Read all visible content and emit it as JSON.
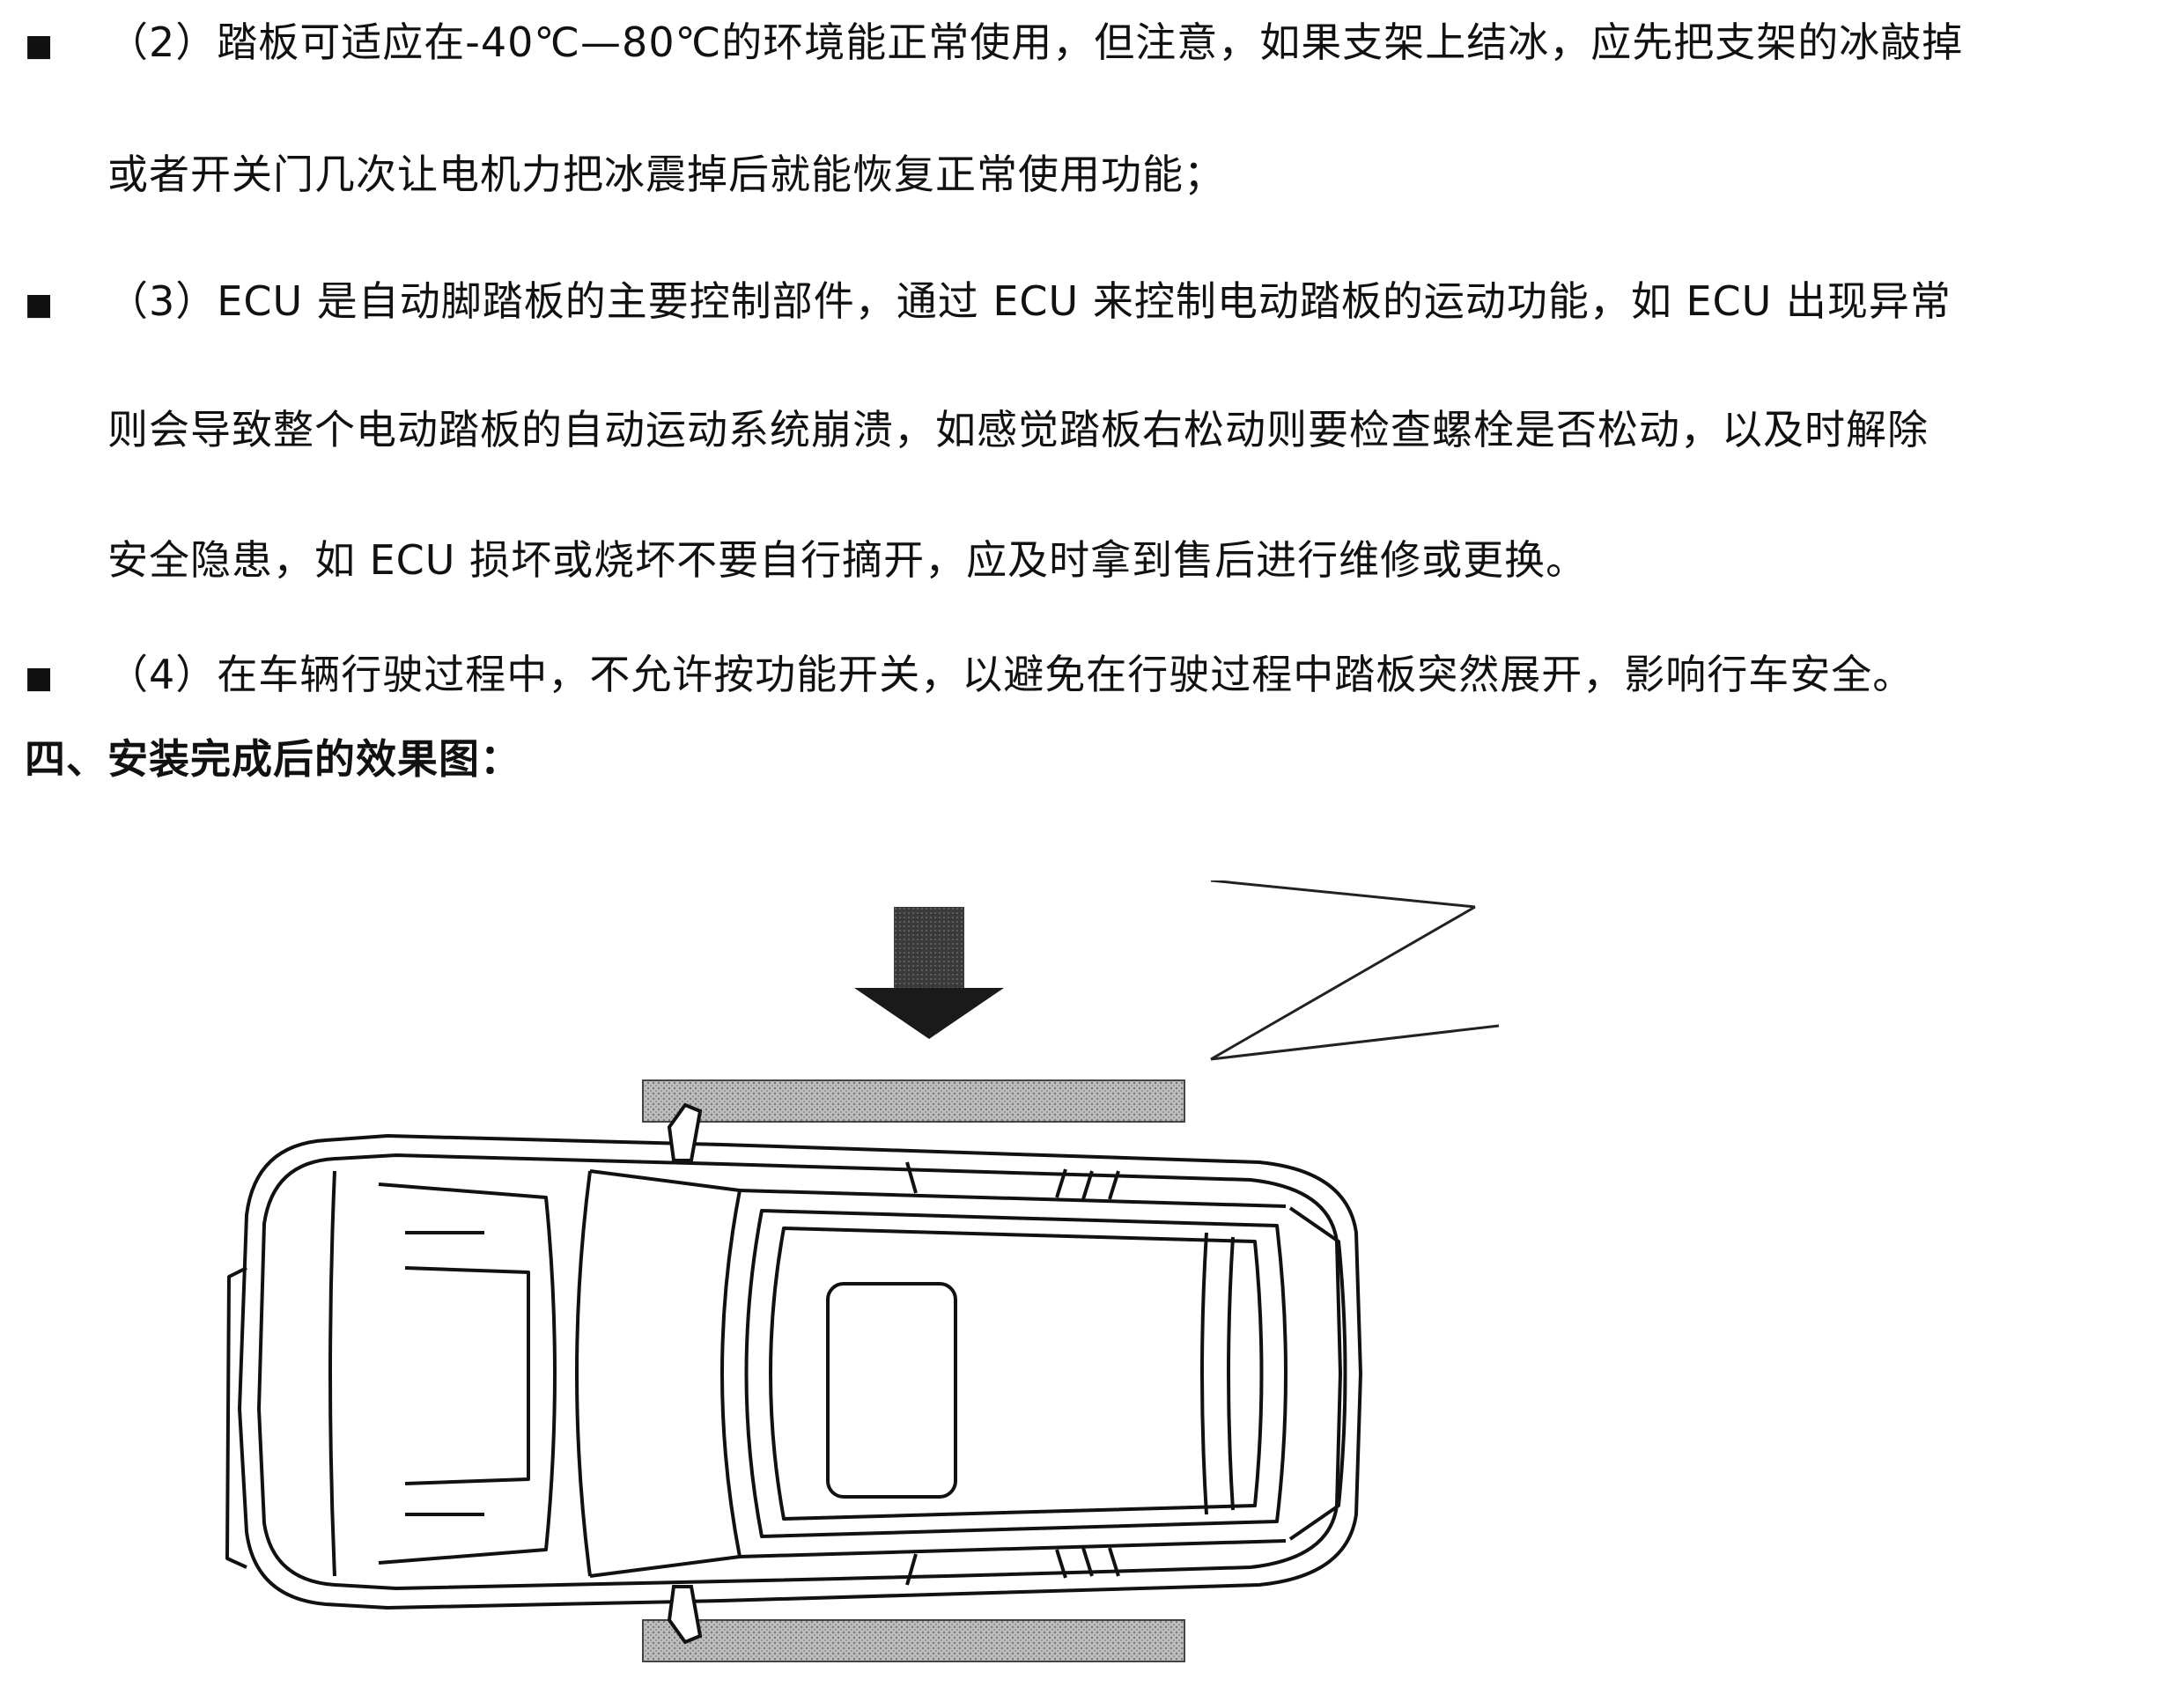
{
  "items": [
    {
      "bullet": "■",
      "lines": [
        "（2）踏板可适应在-40℃—80℃的环境能正常使用，但注意，如果支架上结冰，应先把支架的冰敲掉",
        "或者开关门几次让电机力把冰震掉后就能恢复正常使用功能；"
      ]
    },
    {
      "bullet": "■",
      "lines": [
        "（3）ECU 是自动脚踏板的主要控制部件，通过 ECU 来控制电动踏板的运动功能，如 ECU 出现异常",
        "则会导致整个电动踏板的自动运动系统崩溃，如感觉踏板右松动则要检查螺栓是否松动，以及时解除",
        "安全隐患，如 ECU 损坏或烧坏不要自行摘开，应及时拿到售后进行维修或更换。"
      ]
    },
    {
      "bullet": "■",
      "lines": [
        "（4）在车辆行驶过程中，不允许按功能开关，以避免在行驶过程中踏板突然展开，影响行车安全。"
      ]
    }
  ],
  "section_heading": "四、安装完成后的效果图：",
  "figure": {
    "icon": "car-top-view-with-running-boards-and-arrow"
  }
}
